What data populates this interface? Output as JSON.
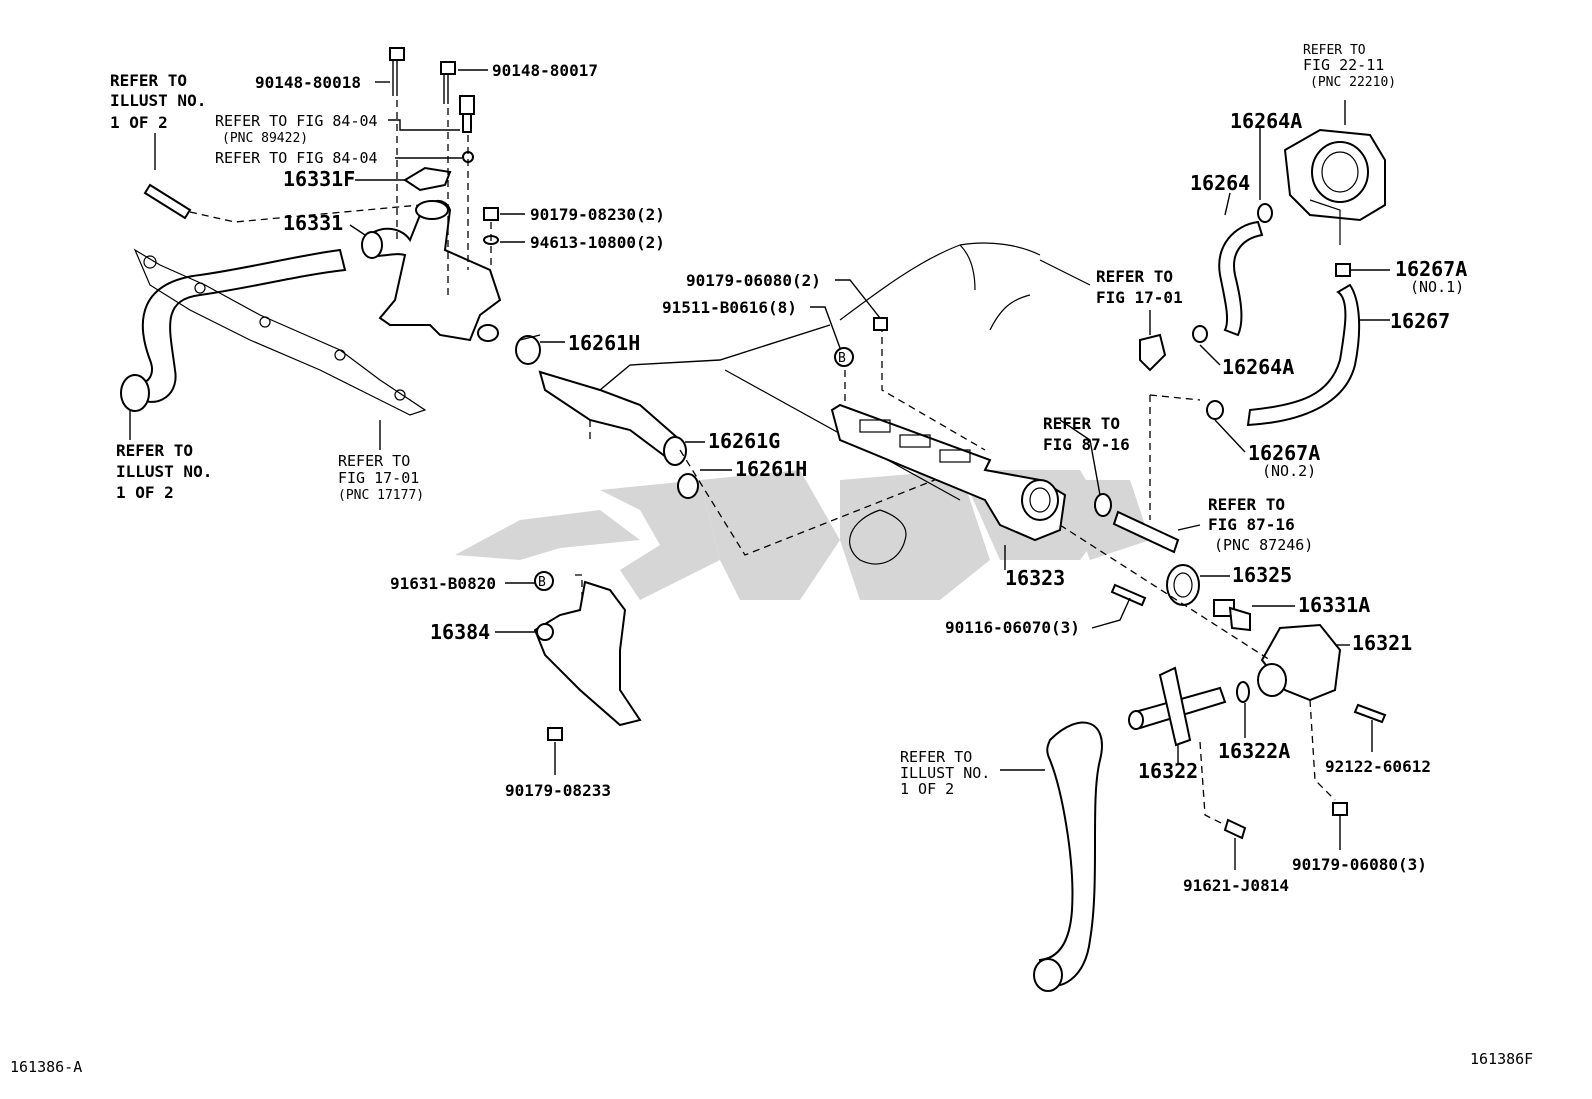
{
  "diagram": {
    "labels": {
      "p90148_80018": "90148-80018",
      "p90148_80017": "90148-80017",
      "refer_fig84_04_a": "REFER TO FIG 84-04",
      "pnc_89422": "(PNC 89422)",
      "refer_fig84_04_b": "REFER TO FIG 84-04",
      "p16331F": "16331F",
      "p16331": "16331",
      "p90179_08230": "90179-08230(2)",
      "p94613_10800": "94613-10800(2)",
      "p16261H_a": "16261H",
      "p16261G": "16261G",
      "p16261H_b": "16261H",
      "p90179_06080_2": "90179-06080(2)",
      "p91511_B0616": "91511-B0616(8)",
      "p91631_B0820": "91631-B0820",
      "p16384": "16384",
      "p90179_08233": "90179-08233",
      "p16323": "16323",
      "p90116_06070": "90116-06070(3)",
      "p16325": "16325",
      "p16331A": "16331A",
      "p16321": "16321",
      "p16322A": "16322A",
      "p16322": "16322",
      "p92122_60612": "92122-60612",
      "p90179_06080_3": "90179-06080(3)",
      "p91621_J0814": "91621-J0814",
      "p16264A_a": "16264A",
      "p16264": "16264",
      "p16264A_b": "16264A",
      "p16267A_1": "16267A",
      "no1": "(NO.1)",
      "p16267": "16267",
      "p16267A_2": "16267A",
      "no2": "(NO.2)",
      "callout_b": "B"
    },
    "refer_blocks": {
      "illust_top": [
        "REFER TO",
        "ILLUST NO.",
        "1 OF 2"
      ],
      "illust_left": [
        "REFER TO",
        "ILLUST NO.",
        "1 OF 2"
      ],
      "fig17_01_pnc": [
        "REFER TO",
        "FIG 17-01",
        "(PNC 17177)"
      ],
      "fig22_11": [
        "REFER TO",
        "FIG 22-11",
        "(PNC 22210)"
      ],
      "fig17_01": [
        "REFER TO",
        "FIG 17-01"
      ],
      "fig87_16_a": [
        "REFER TO",
        "FIG 87-16"
      ],
      "fig87_16_b": [
        "REFER TO",
        "FIG 87-16",
        "(PNC 87246)"
      ],
      "illust_bottom": [
        "REFER TO",
        "ILLUST NO.",
        "1 OF 2"
      ]
    },
    "corner_left": "161386-A",
    "corner_right": "161386F"
  }
}
